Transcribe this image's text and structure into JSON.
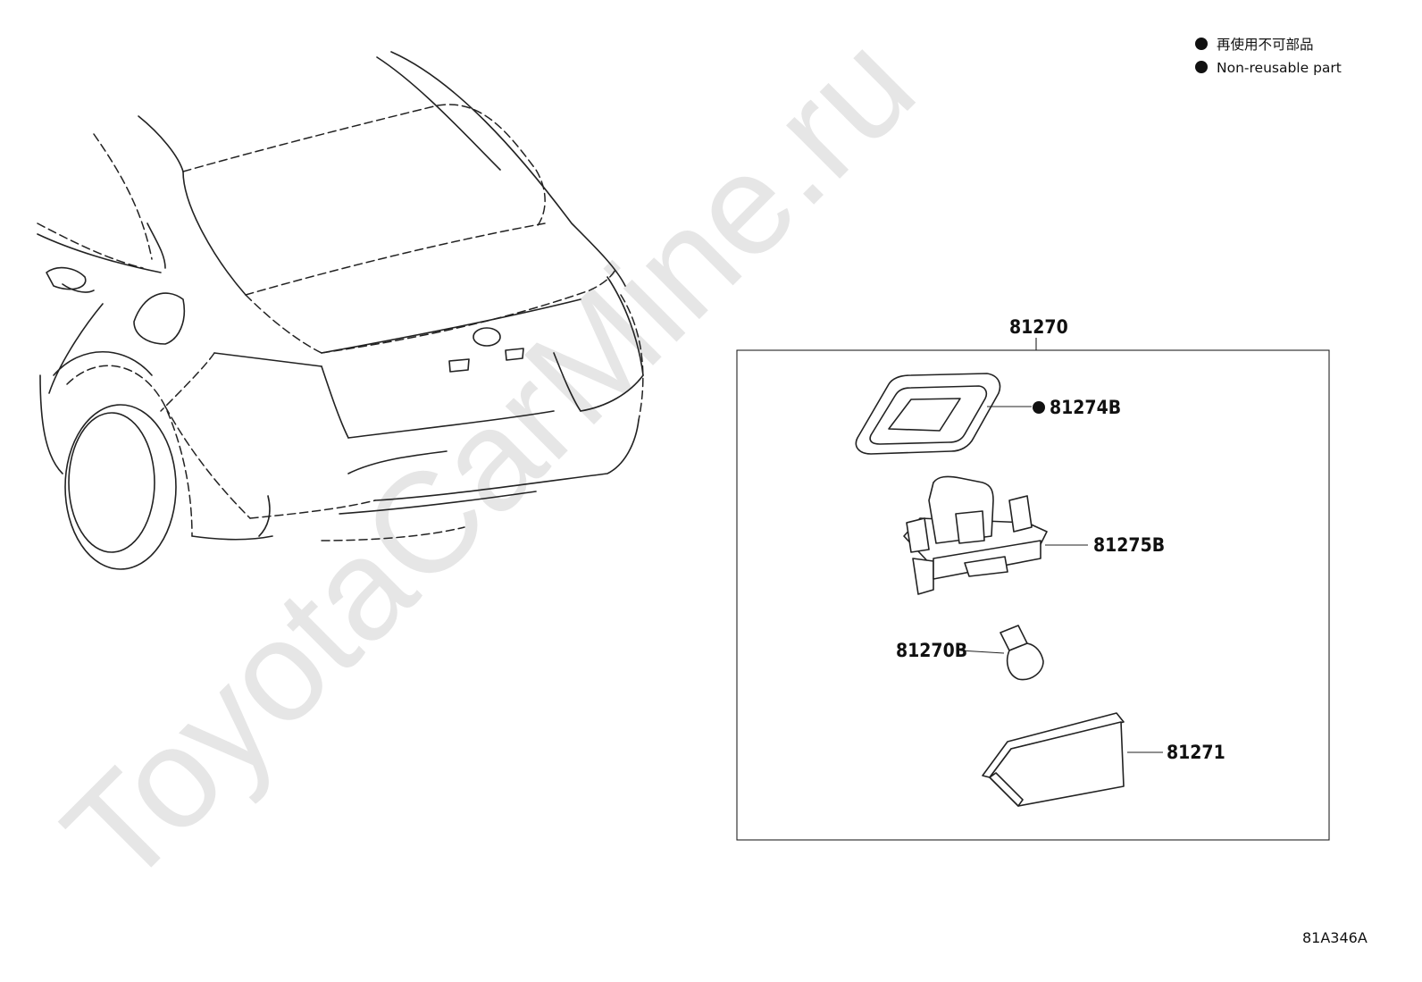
{
  "watermark": "ToyotaCarMine.ru",
  "legend": {
    "items": [
      {
        "symbol": "filled-circle",
        "text": "再使用不可部品"
      },
      {
        "symbol": "filled-circle",
        "text": "Non-reusable part"
      }
    ]
  },
  "assembly": {
    "number": "81270",
    "parts": [
      {
        "number": "81274B",
        "non_reusable": true
      },
      {
        "number": "81275B",
        "non_reusable": false
      },
      {
        "number": "81270B",
        "non_reusable": false
      },
      {
        "number": "81271",
        "non_reusable": false
      }
    ]
  },
  "diagram_code": "81A346A"
}
